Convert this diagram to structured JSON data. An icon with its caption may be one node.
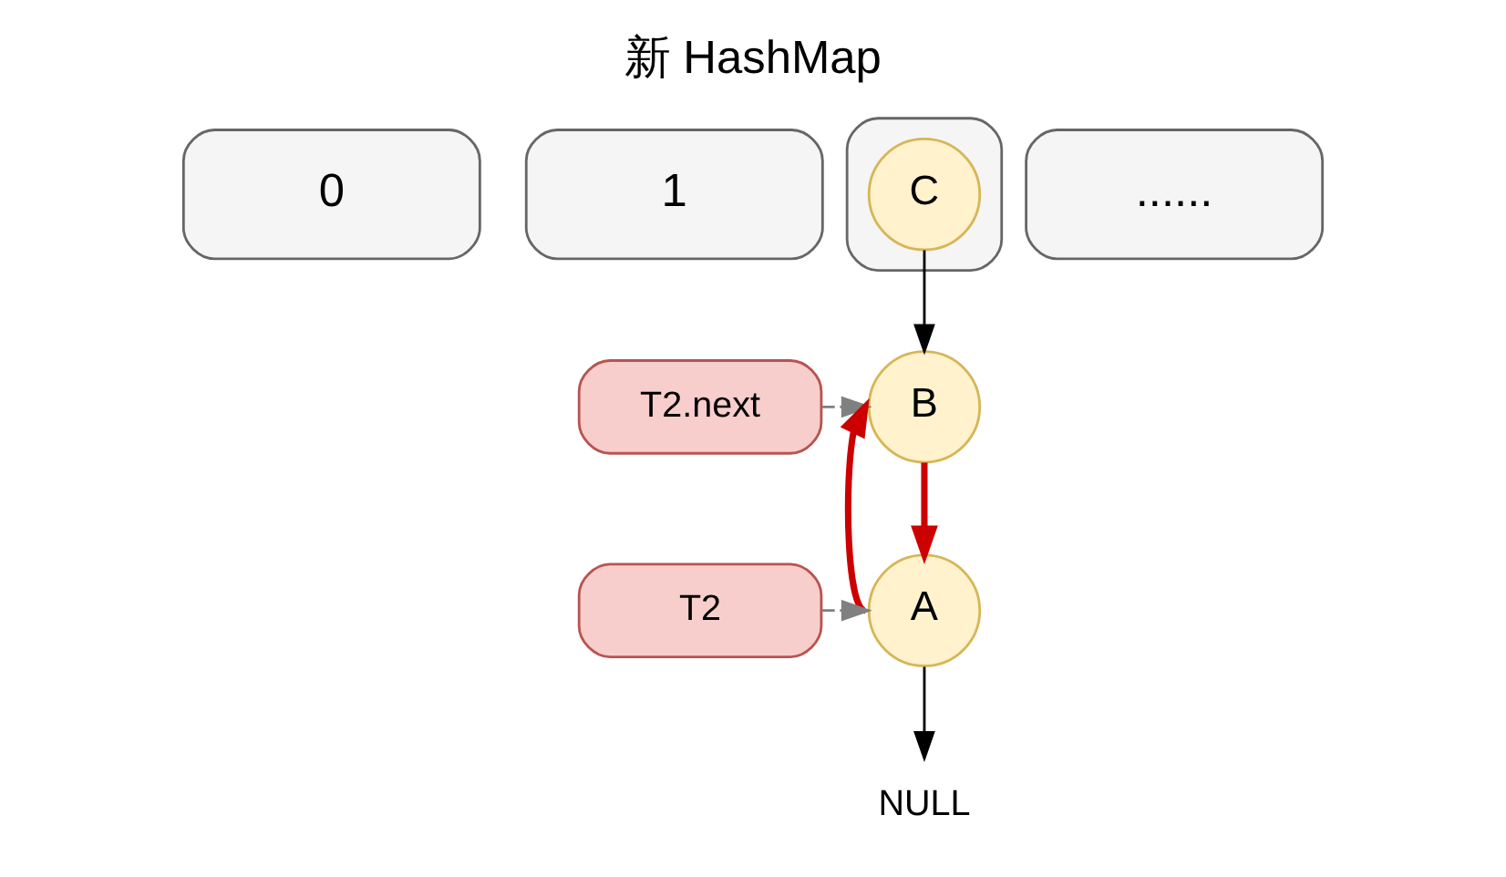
{
  "diagram": {
    "title": "新 HashMap",
    "nodes": [
      {
        "text": [
          "0"
        ]
      },
      {
        "text": [
          "1"
        ]
      },
      {
        "text": [],
        "shape": "box"
      },
      {
        "text": [
          "C"
        ],
        "in": 2
      },
      {
        "text": [
          "......"
        ]
      },
      {
        "text": [
          "B"
        ]
      },
      {
        "text": [
          "T2.next"
        ]
      },
      {
        "text": [
          "A"
        ]
      },
      {
        "text": [
          "T2"
        ]
      },
      {
        "text": [
          "NULL"
        ]
      }
    ],
    "edges": [
      {
        "from": 3,
        "to": 5,
        "arrow": "to"
      },
      {
        "from": 5,
        "to": 7,
        "arrow": "to",
        "style": "thick",
        "color": "#cc0000"
      },
      {
        "from": 7,
        "to": 5,
        "arrow": "to",
        "style": "thick",
        "color": "#cc0000"
      },
      {
        "from": 6,
        "to": 5,
        "arrow": "to",
        "style": "dashed",
        "color": "#808080"
      },
      {
        "from": 8,
        "to": 7,
        "arrow": "to",
        "style": "dashed",
        "color": "#808080"
      },
      {
        "from": 7,
        "to": 9,
        "arrow": "to"
      }
    ]
  }
}
